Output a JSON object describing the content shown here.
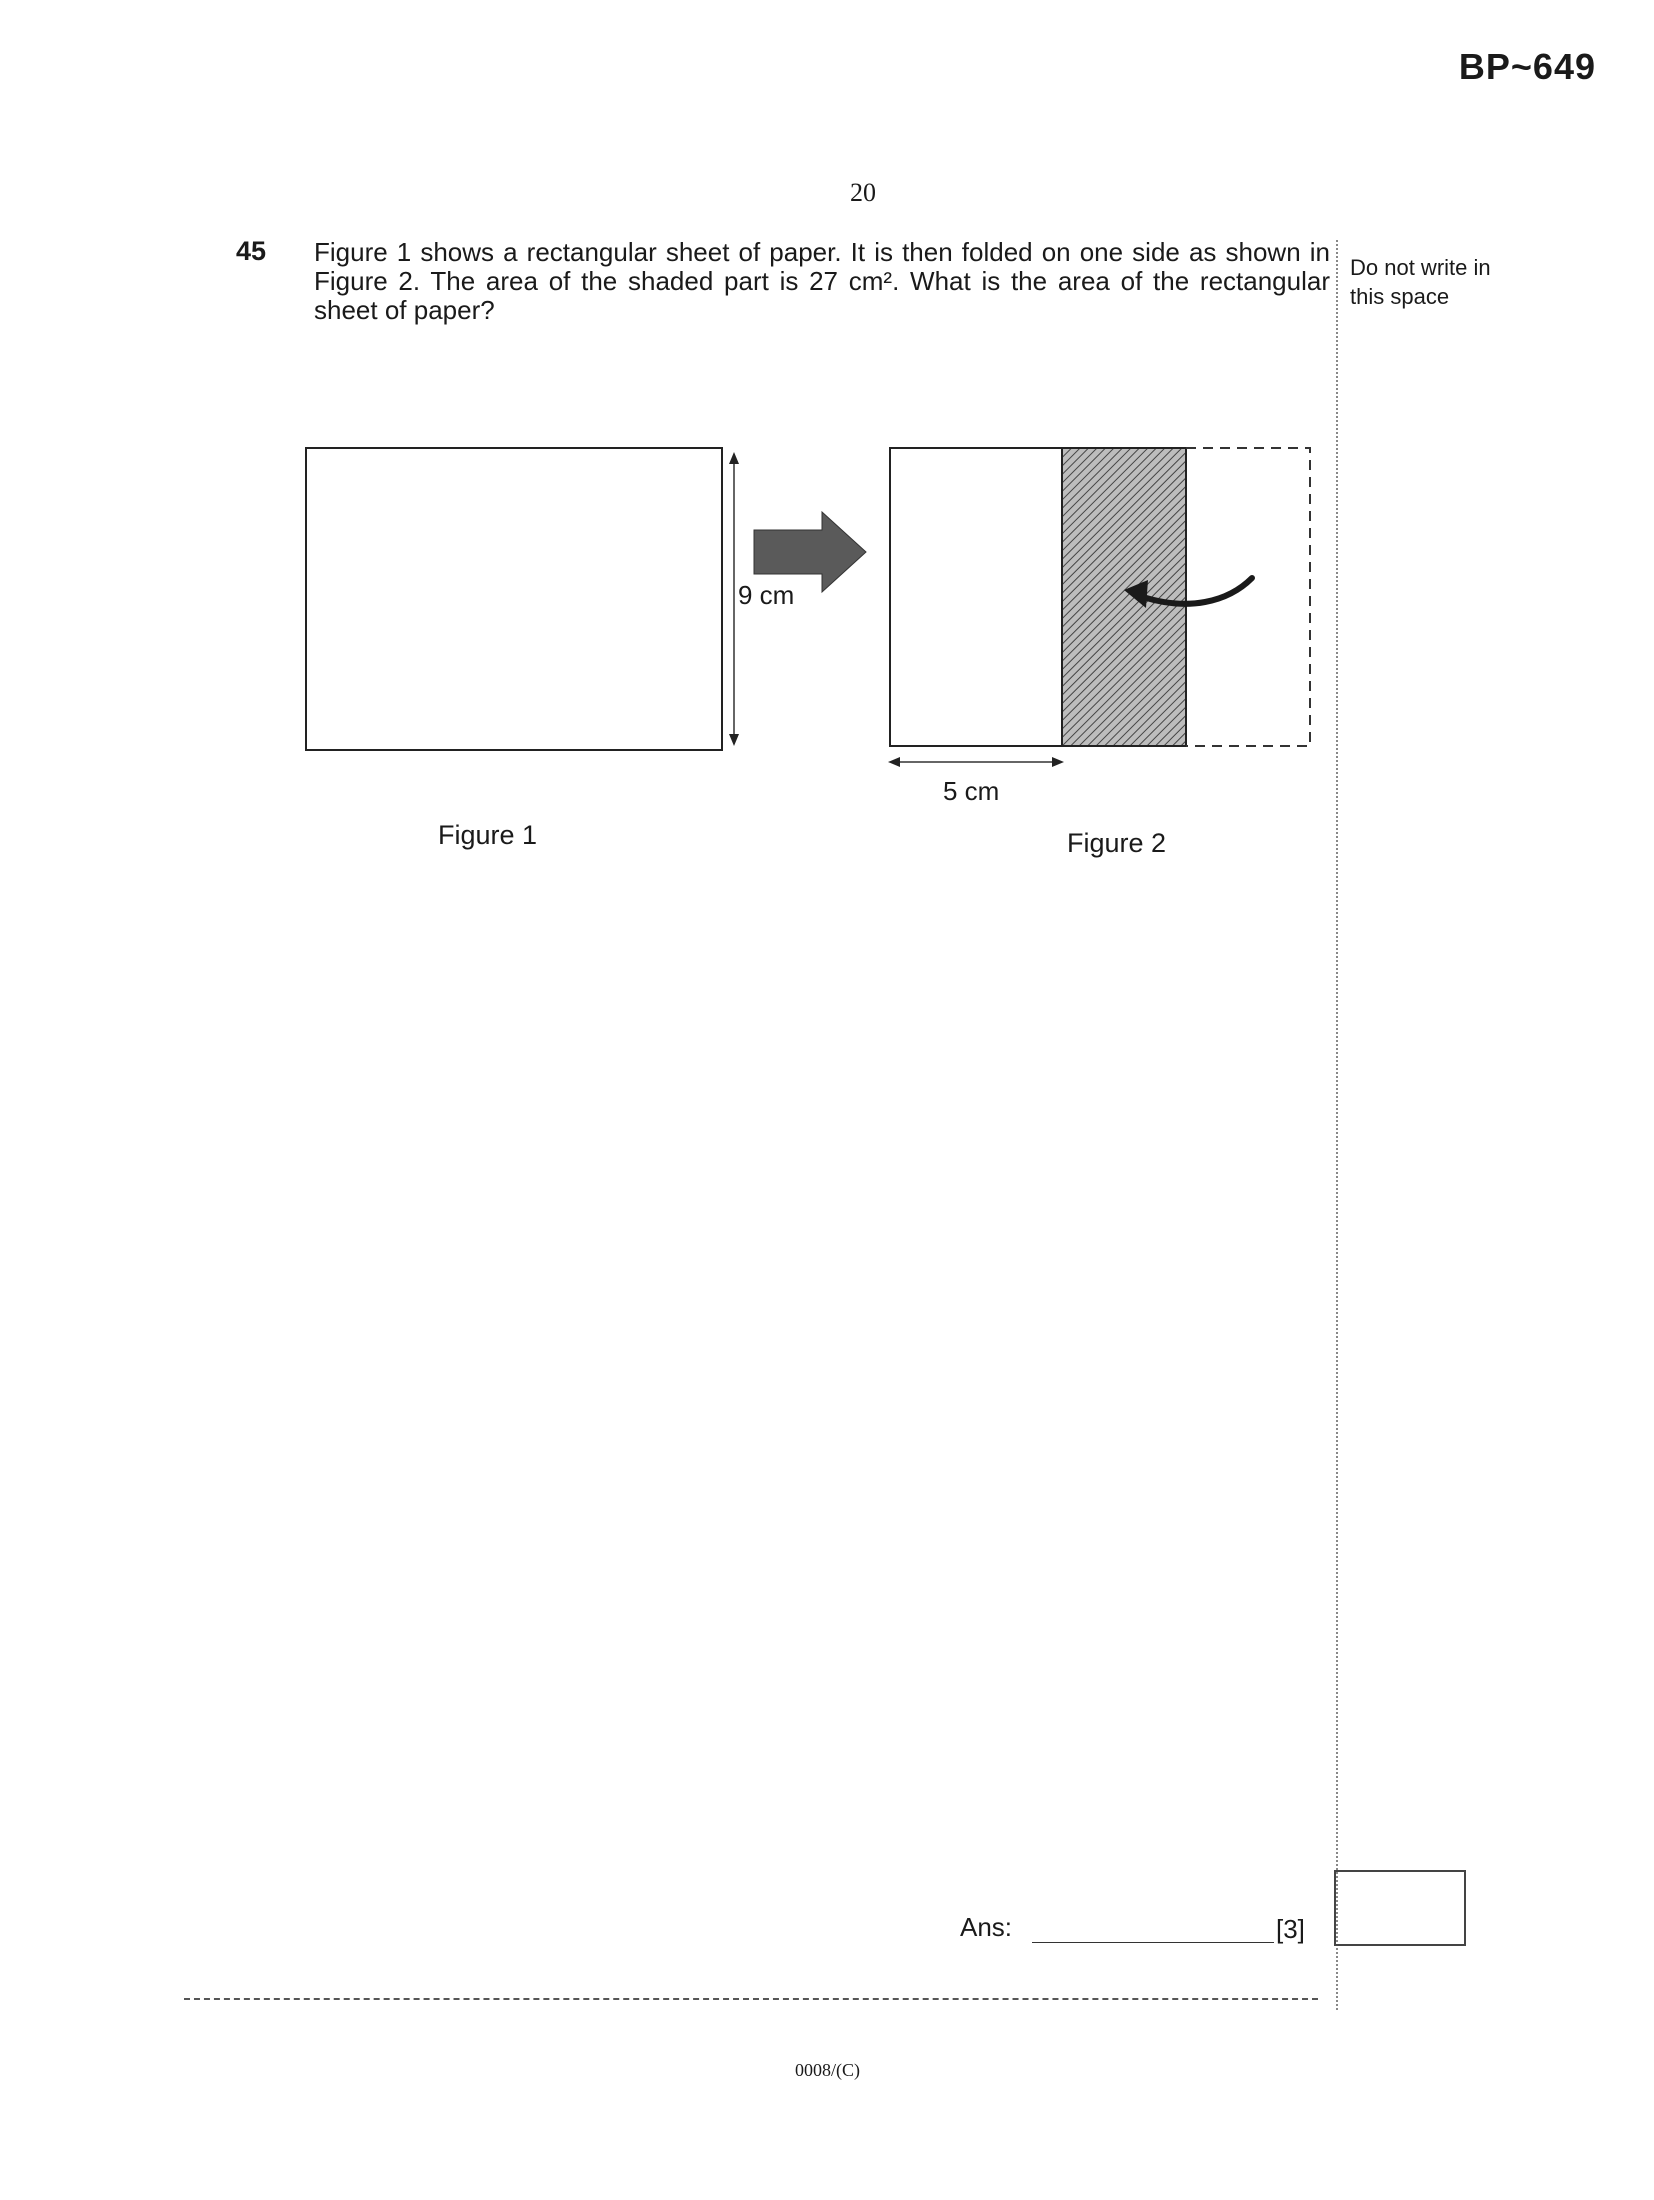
{
  "header": {
    "ref_code": "BP~649",
    "page_number": "20"
  },
  "question": {
    "number": "45",
    "text": "Figure 1 shows a rectangular sheet of paper. It is then folded on one side as shown in Figure 2. The area of the shaded part is 27 cm². What is the area of the rectangular sheet of paper?"
  },
  "margin_note": "Do not write in this space",
  "figures": {
    "figure1_label": "Figure 1",
    "figure2_label": "Figure 2",
    "height_label": "9 cm",
    "width_label": "5 cm"
  },
  "answer": {
    "label": "Ans:",
    "marks": "[3]"
  },
  "footer": {
    "code": "0008/(C)"
  }
}
